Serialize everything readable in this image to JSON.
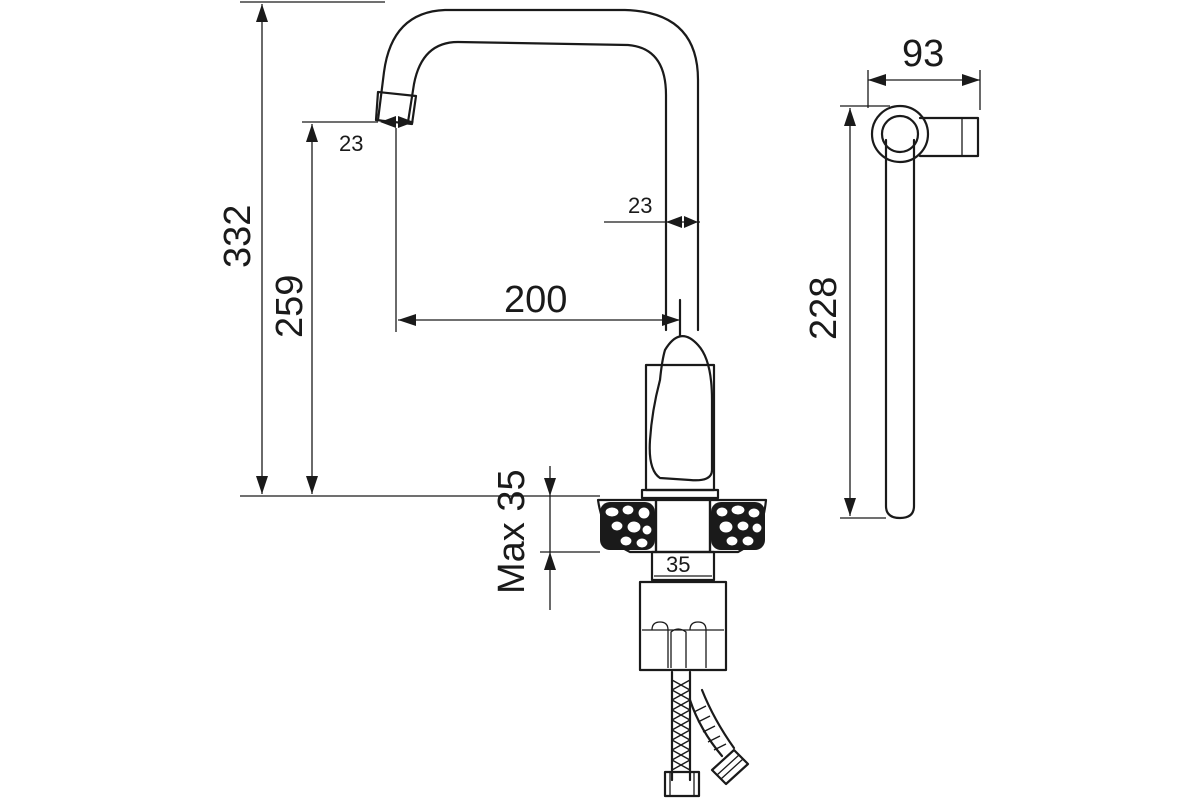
{
  "dimensions": {
    "total_height": "332",
    "spout_height": "259",
    "spout_reach": "200",
    "spout_tip_diameter": "23",
    "spout_pipe_diameter": "23",
    "max_counter_thickness": "Max 35",
    "mount_hole_diameter": "35",
    "side_depth": "93",
    "side_height": "228"
  },
  "colors": {
    "line": "#1a1a1a",
    "background": "#ffffff"
  }
}
